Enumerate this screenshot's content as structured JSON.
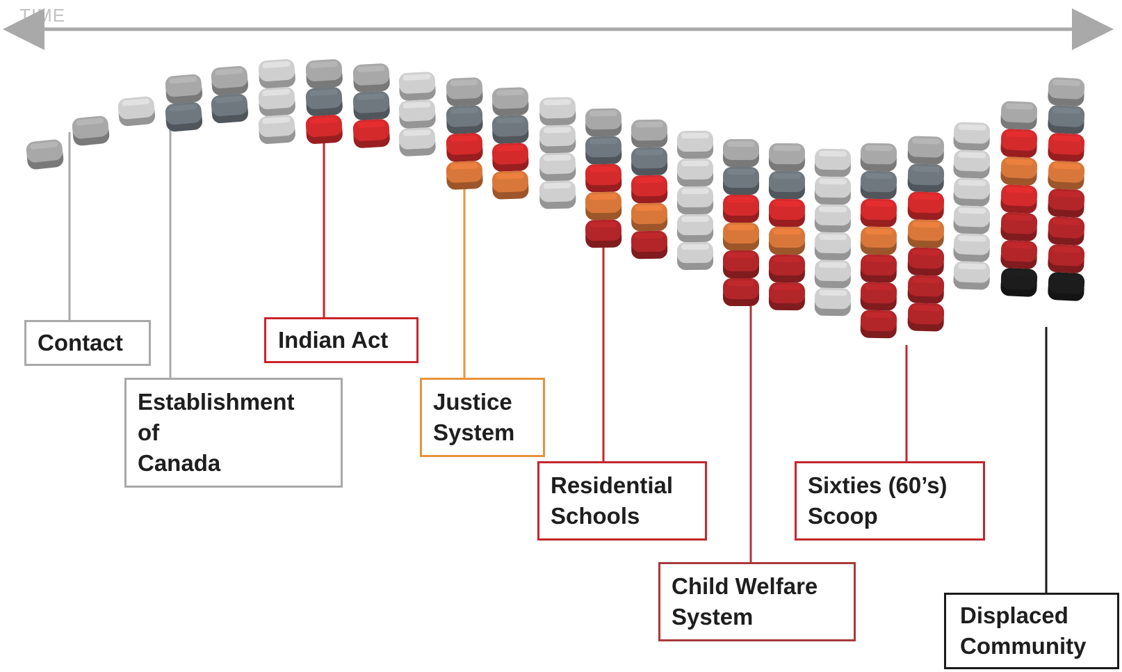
{
  "header": {
    "time_label": "TIME"
  },
  "labels": {
    "contact": {
      "lines": [
        "Contact"
      ]
    },
    "establishment": {
      "lines": [
        "Establishment",
        "of",
        "Canada"
      ]
    },
    "indian_act": {
      "lines": [
        "Indian Act"
      ]
    },
    "justice": {
      "lines": [
        "Justice",
        "System"
      ]
    },
    "residential": {
      "lines": [
        "Residential",
        "Schools"
      ]
    },
    "sixties": {
      "lines": [
        "Sixties (60’s)",
        "Scoop"
      ]
    },
    "child_welfare": {
      "lines": [
        "Child Welfare",
        "System"
      ]
    },
    "displaced": {
      "lines": [
        "Displaced",
        "Community"
      ]
    }
  },
  "colors": {
    "arrow": "#a9a9a9",
    "light_gray_block": "#cfcfcf",
    "mid_gray_block": "#a8a8a8",
    "dark_gray_block": "#6f787e",
    "red_block": "#d42a2c",
    "orange_block": "#d9773a",
    "dark_red_block": "#b22529",
    "black_block": "#1c1c1c",
    "gray_border": "#a8a8a8",
    "red_border": "#c8242a",
    "orange_border": "#e8923a",
    "black_border": "#1a1a1a"
  }
}
